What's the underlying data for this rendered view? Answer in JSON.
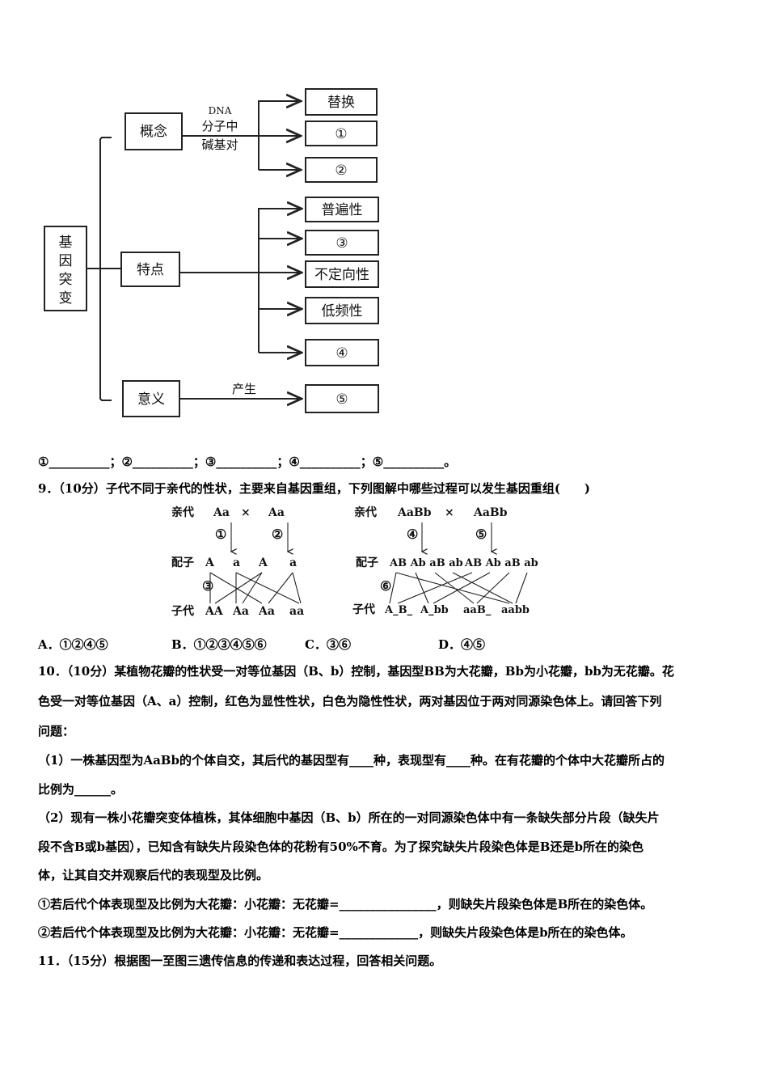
{
  "concept_map": {
    "root": "基因突变",
    "root_chars": [
      "基",
      "因",
      "突",
      "变"
    ],
    "branches": {
      "concept": "概念",
      "feature": "特点",
      "meaning": "意义"
    },
    "concept_label": [
      "DNA",
      "分子中",
      "碱基对"
    ],
    "concept_items": [
      "替换",
      "①",
      "②"
    ],
    "feature_items": [
      "普遍性",
      "③",
      "不定向性",
      "低频性",
      "④"
    ],
    "meaning_label": "产生",
    "meaning_item": "⑤"
  },
  "answer_blanks": "①__________；②__________；③__________；④__________；⑤__________。",
  "q9": {
    "stem": "9．（10分）子代不同于亲代的性状，主要来自基因重组，下列图解中哪些过程可以发生基因重组(　　)",
    "left": {
      "parent_label": "亲代",
      "p1": "Aa",
      "cross": "×",
      "p2": "Aa",
      "step1": "①",
      "step2": "②",
      "gamete_label": "配子",
      "gametes": [
        "A",
        "a",
        "A",
        "a"
      ],
      "step3": "③",
      "child_label": "子代",
      "children": [
        "AA",
        "Aa",
        "Aa",
        "aa"
      ]
    },
    "right": {
      "parent_label": "亲代",
      "p1": "AaBb",
      "cross": "×",
      "p2": "AaBb",
      "step4": "④",
      "step5": "⑤",
      "gamete_label": "配子",
      "gametes1": "AB Ab aB ab",
      "gametes2": "AB Ab aB ab",
      "step6": "⑥",
      "child_label": "子代",
      "children": [
        "A_B_",
        "A_bb",
        "aaB_",
        "aabb"
      ]
    },
    "options": {
      "a": "A．①②④⑤",
      "b": "B．①②③④⑤⑥",
      "c": "C．③⑥",
      "d": "D．④⑤"
    }
  },
  "q10": {
    "line1": "10．（10分）某植物花瓣的性状受一对等位基因（B、b）控制，基因型BB为大花瓣，Bb为小花瓣，bb为无花瓣。花",
    "line2": "色受一对等位基因（A、a）控制，红色为显性性状，白色为隐性性状，两对基因位于两对同源染色体上。请回答下列",
    "line3": "问题：",
    "p1_line1": "（1）一株基因型为AaBb的个体自交，其后代的基因型有____种，表现型有____种。在有花瓣的个体中大花瓣所占的",
    "p1_line2": "比例为______。",
    "p2_line1": "（2）现有一株小花瓣突变体植株，其体细胞中基因（B、b）所在的一对同源染色体中有一条缺失部分片段（缺失片",
    "p2_line2": "段不含B或b基因），已知含有缺失片段染色体的花粉有50%不育。为了探究缺失片段染色体是B还是b所在的染色",
    "p2_line3": "体，让其自交并观察后代的表现型及比例。",
    "c1": "①若后代个体表现型及比例为大花瓣：小花瓣：无花瓣=________________，则缺失片段染色体是B所在的染色体。",
    "c2": "②若后代个体表现型及比例为大花瓣：小花瓣：无花瓣=_____________，则缺失片段染色体是b所在的染色体。"
  },
  "q11": {
    "stem": "11．（15分）根据图一至图三遗传信息的传递和表达过程，回答相关问题。"
  }
}
